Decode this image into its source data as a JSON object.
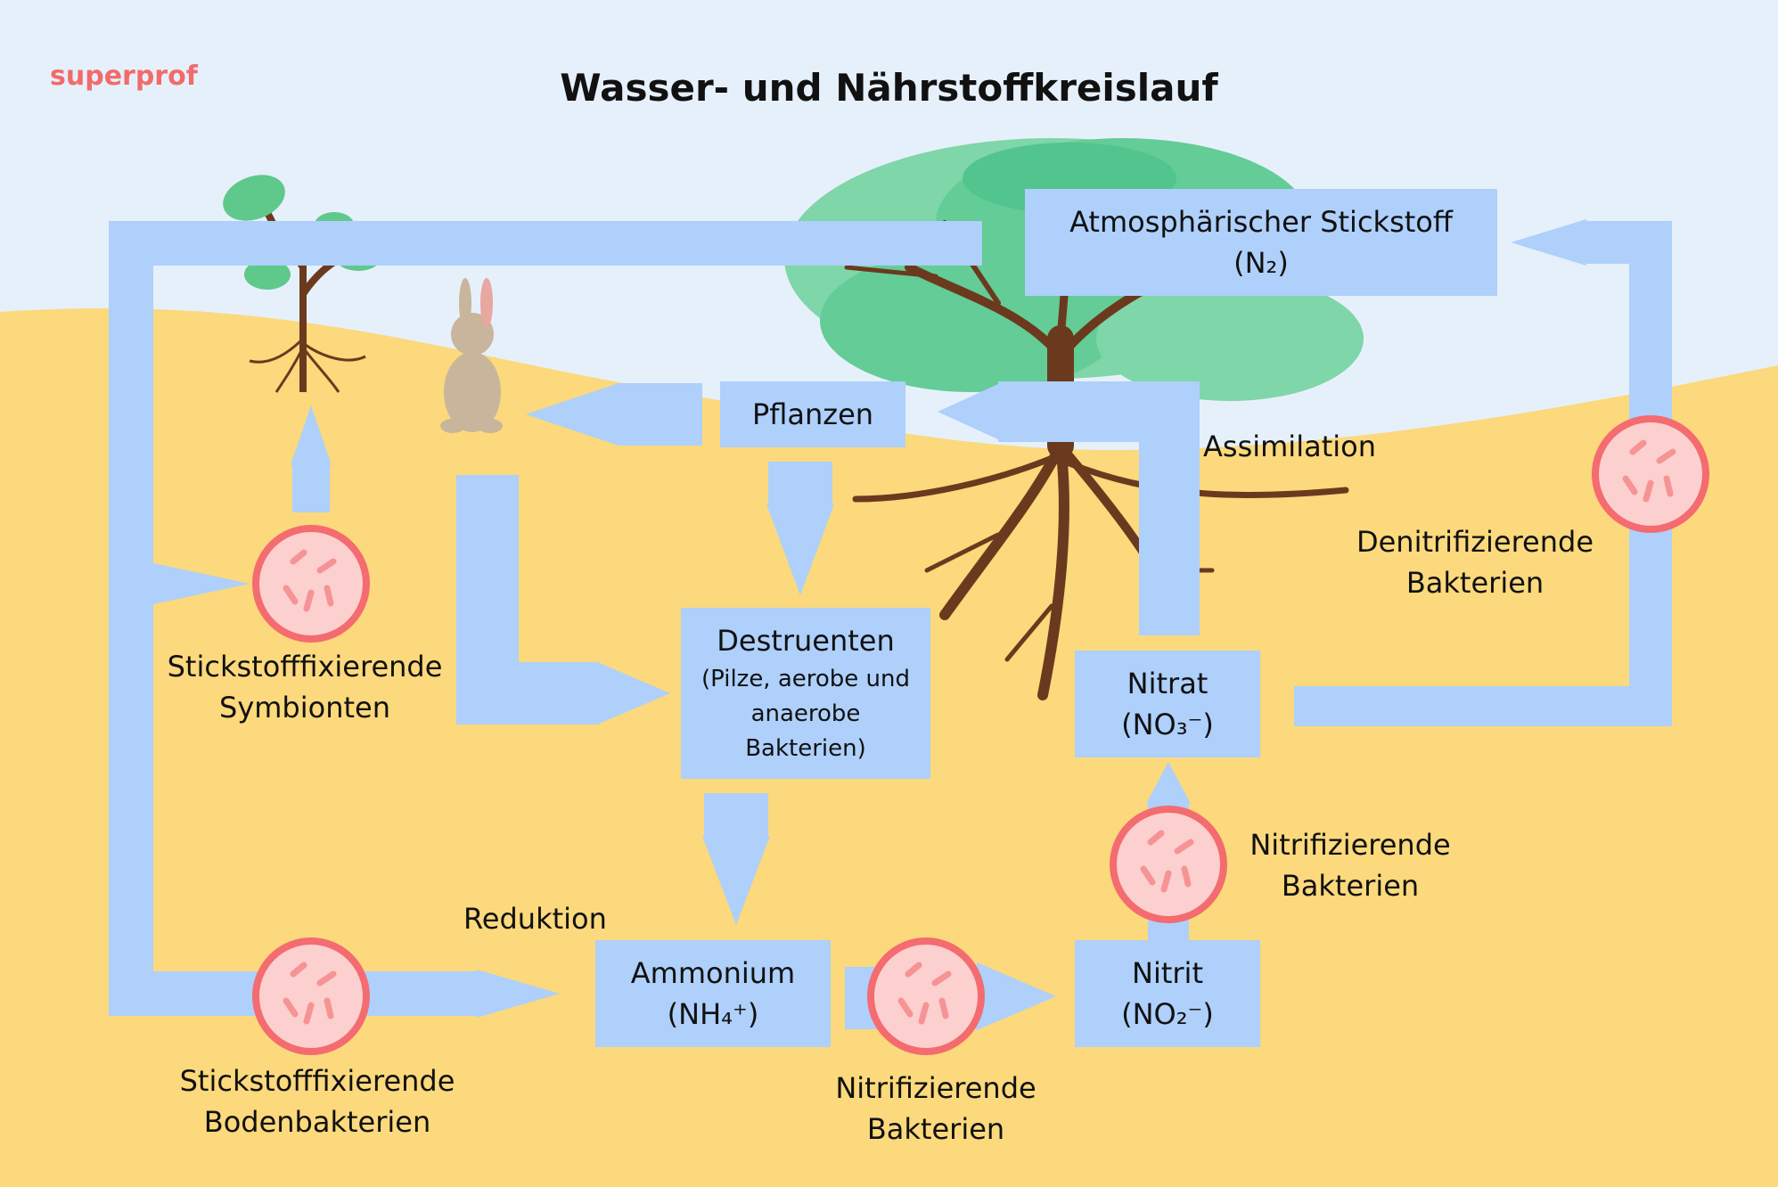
{
  "brand": "superprof",
  "title": "Wasser- und Nährstoffkreislauf",
  "boxes": {
    "atmo": {
      "line1": "Atmosphärischer Stickstoff",
      "line2": "(N₂)"
    },
    "pflanzen": {
      "line1": "Pflanzen"
    },
    "destruenten": {
      "line1": "Destruenten",
      "line2": "(Pilze, aerobe und",
      "line3": "anaerobe",
      "line4": "Bakterien)"
    },
    "nitrat": {
      "line1": "Nitrat",
      "line2": "(NO₃⁻)"
    },
    "ammonium": {
      "line1": "Ammonium",
      "line2": "(NH₄⁺)"
    },
    "nitrit": {
      "line1": "Nitrit",
      "line2": "(NO₂⁻)"
    }
  },
  "labels": {
    "assimilation": "Assimilation",
    "reduktion": "Reduktion",
    "denitri_1": "Denitrifizierende",
    "denitri_2": "Bakterien",
    "symb_1": "Stickstofffixierende",
    "symb_2": "Symbionten",
    "boden_1": "Stickstofffixierende",
    "boden_2": "Bodenbakterien",
    "nitri_right_1": "Nitrifizierende",
    "nitri_right_2": "Bakterien",
    "nitri_bottom_1": "Nitrifizierende",
    "nitri_bottom_2": "Bakterien"
  },
  "colors": {
    "sky": "#e6f0fb",
    "ground": "#fbd97c",
    "arrow": "#aed0fb",
    "bacteria_fill": "#fbd0cf",
    "bacteria_ring": "#f46b70",
    "brand": "#f26b6b"
  }
}
